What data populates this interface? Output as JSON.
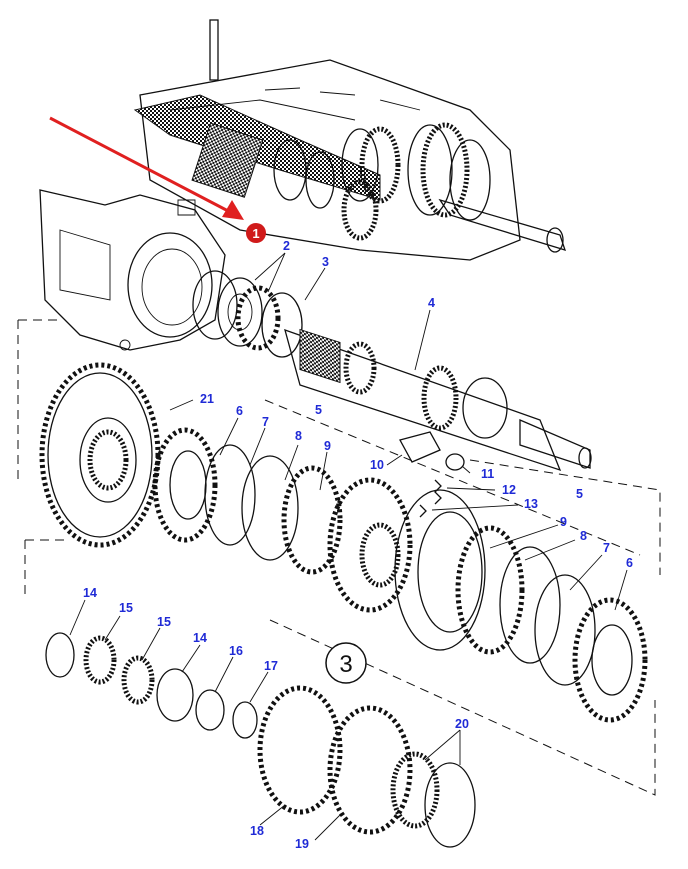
{
  "callouts": {
    "c1": "1",
    "c2": "2",
    "c3": "3",
    "c4": "4",
    "c5a": "5",
    "c5b": "5",
    "c6a": "6",
    "c6b": "6",
    "c7a": "7",
    "c7b": "7",
    "c8a": "8",
    "c8b": "8",
    "c9a": "9",
    "c9b": "9",
    "c10": "10",
    "c11": "11",
    "c12": "12",
    "c13": "13",
    "c14a": "14",
    "c14b": "14",
    "c15a": "15",
    "c15b": "15",
    "c16": "16",
    "c17": "17",
    "c18": "18",
    "c19": "19",
    "c20": "20",
    "c21": "21"
  },
  "badge": {
    "text": "1",
    "color": "#d01a1a"
  },
  "group_marker": "3",
  "colors": {
    "label": "#1f2ad6",
    "arrow": "#e02020",
    "ink": "#111111"
  }
}
